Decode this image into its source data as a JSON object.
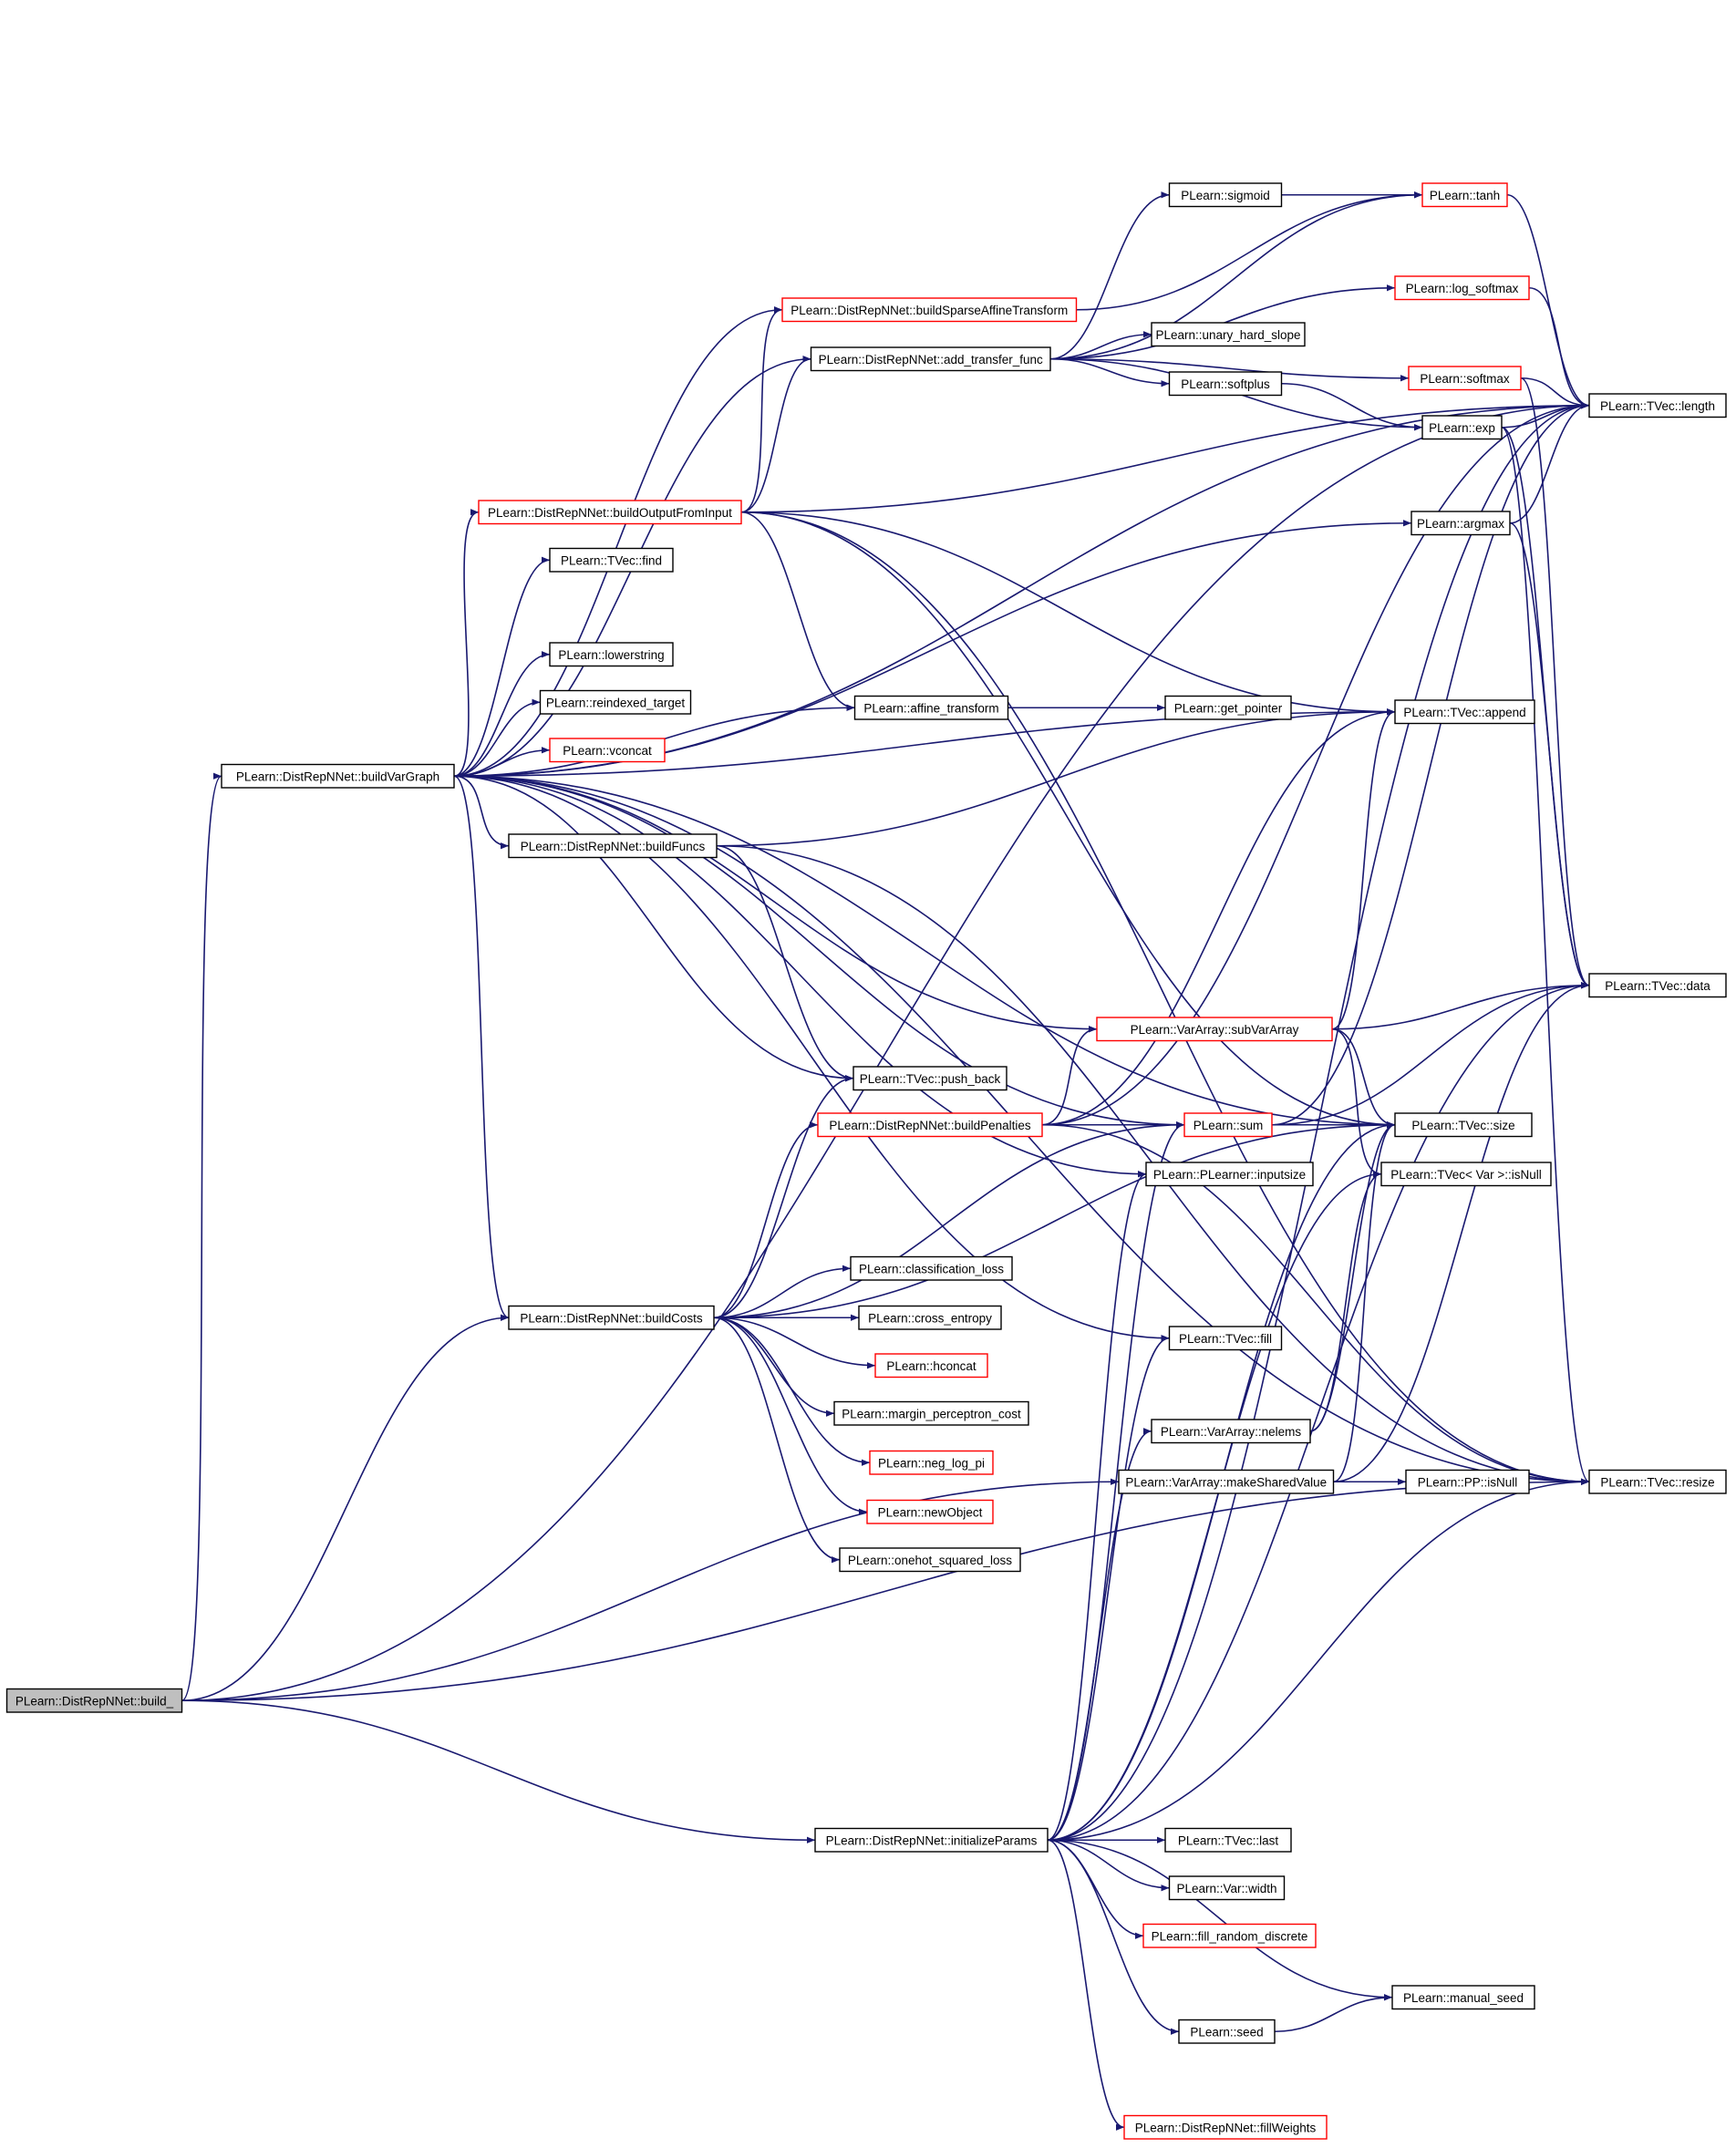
{
  "colors": {
    "edge": "#191970",
    "node_border": "#000000",
    "truncated_border": "#ff0000",
    "root_fill": "#bfbfbf",
    "node_fill": "#ffffff"
  },
  "nodes": {
    "build": "PLearn::DistRepNNet::build_",
    "buildVarGraph": "PLearn::DistRepNNet::buildVarGraph",
    "buildSparseAffineTransform": "PLearn::DistRepNNet::buildSparseAffineTransform",
    "add_transfer_func": "PLearn::DistRepNNet::add_transfer_func",
    "buildOutputFromInput": "PLearn::DistRepNNet::buildOutputFromInput",
    "find": "PLearn::TVec::find",
    "lowerstring": "PLearn::lowerstring",
    "reindexed_target": "PLearn::reindexed_target",
    "vconcat": "PLearn::vconcat",
    "buildFuncs": "PLearn::DistRepNNet::buildFuncs",
    "buildCosts": "PLearn::DistRepNNet::buildCosts",
    "initializeParams": "PLearn::DistRepNNet::initializeParams",
    "sigmoid": "PLearn::sigmoid",
    "tanh": "PLearn::tanh",
    "log_softmax": "PLearn::log_softmax",
    "unary_hard_slope": "PLearn::unary_hard_slope",
    "softplus": "PLearn::softplus",
    "softmax": "PLearn::softmax",
    "exp": "PLearn::exp",
    "argmax": "PLearn::argmax",
    "length": "PLearn::TVec::length",
    "affine_transform": "PLearn::affine_transform",
    "get_pointer": "PLearn::get_pointer",
    "append": "PLearn::TVec::append",
    "data": "PLearn::TVec::data",
    "subVarArray": "PLearn::VarArray::subVarArray",
    "push_back": "PLearn::TVec::push_back",
    "buildPenalties": "PLearn::DistRepNNet::buildPenalties",
    "sum": "PLearn::sum",
    "size": "PLearn::TVec::size",
    "inputsize": "PLearn::PLearner::inputsize",
    "isNullVar": "PLearn::TVec< Var >::isNull",
    "classification_loss": "PLearn::classification_loss",
    "cross_entropy": "PLearn::cross_entropy",
    "hconcat": "PLearn::hconcat",
    "margin_perceptron_cost": "PLearn::margin_perceptron_cost",
    "neg_log_pi": "PLearn::neg_log_pi",
    "newObject": "PLearn::newObject",
    "onehot_squared_loss": "PLearn::onehot_squared_loss",
    "fill": "PLearn::TVec::fill",
    "nelems": "PLearn::VarArray::nelems",
    "makeSharedValue": "PLearn::VarArray::makeSharedValue",
    "ppIsNull": "PLearn::PP::isNull",
    "resize": "PLearn::TVec::resize",
    "last": "PLearn::TVec::last",
    "width": "PLearn::Var::width",
    "fill_random_discrete": "PLearn::fill_random_discrete",
    "manual_seed": "PLearn::manual_seed",
    "seed": "PLearn::seed",
    "fillWeights": "PLearn::DistRepNNet::fillWeights"
  }
}
